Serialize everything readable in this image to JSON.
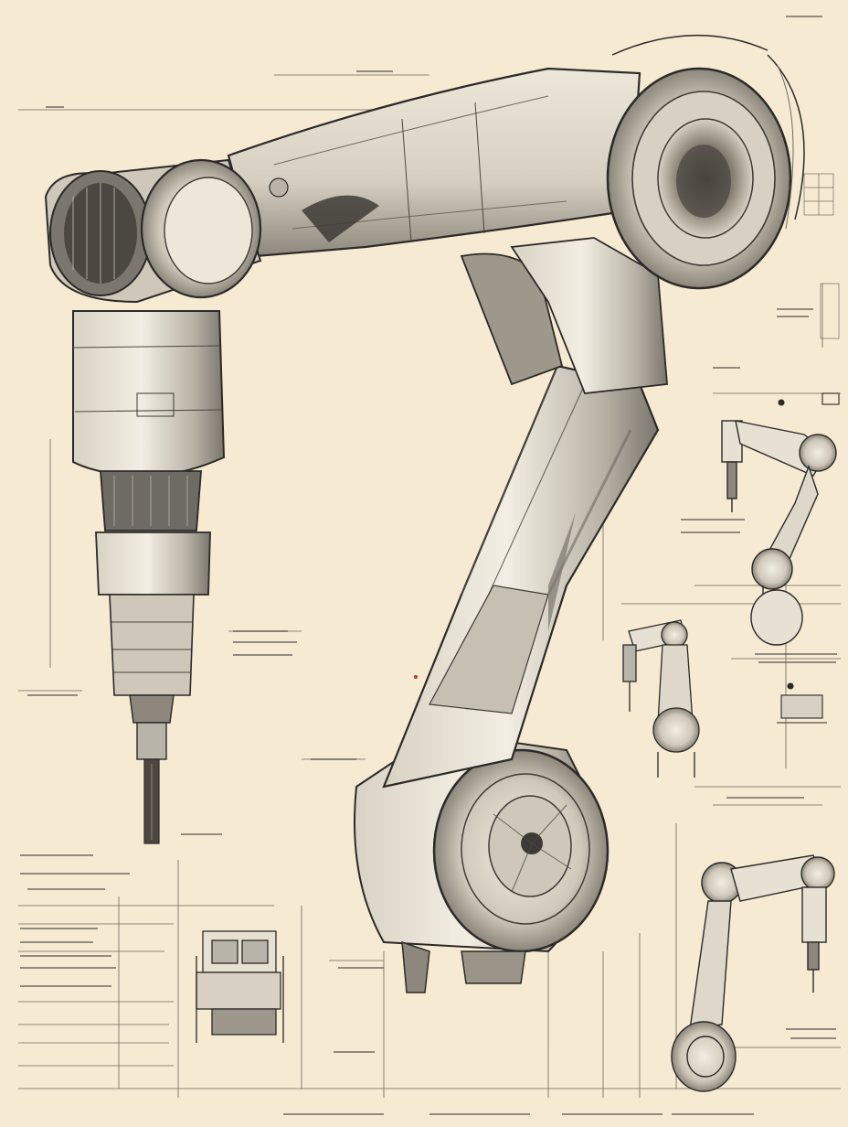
{
  "sheet": {
    "paper_color": "#f6ead2",
    "ink_color": "#2b2a28",
    "metal_light": "#e7e1d4",
    "metal_mid": "#b9b4aa",
    "metal_dark": "#6e6a64"
  },
  "illustration": {
    "subject": "robotic-arm-blueprint",
    "main_arm_parts": [
      "base-joint",
      "lower-arm",
      "elbow-joint",
      "upper-arm",
      "wrist-joint",
      "wrist-housing",
      "end-effector-tool"
    ],
    "inset_sketches": [
      "mini-arm-upper-right",
      "mini-arm-middle-right",
      "mini-arm-lower-right",
      "component-block-lower-left"
    ]
  }
}
